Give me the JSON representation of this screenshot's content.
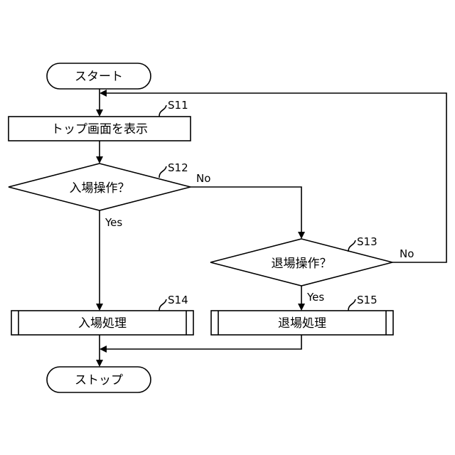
{
  "flowchart": {
    "start": "スタート",
    "end": "ストップ",
    "s11": {
      "id": "S11",
      "label": "トップ画面を表示"
    },
    "s12": {
      "id": "S12",
      "label": "入場操作？"
    },
    "s13": {
      "id": "S13",
      "label": "退場操作？"
    },
    "s14": {
      "id": "S14",
      "label": "入場処理"
    },
    "s15": {
      "id": "S15",
      "label": "退場処理"
    },
    "yes": "Yes",
    "no": "No"
  }
}
